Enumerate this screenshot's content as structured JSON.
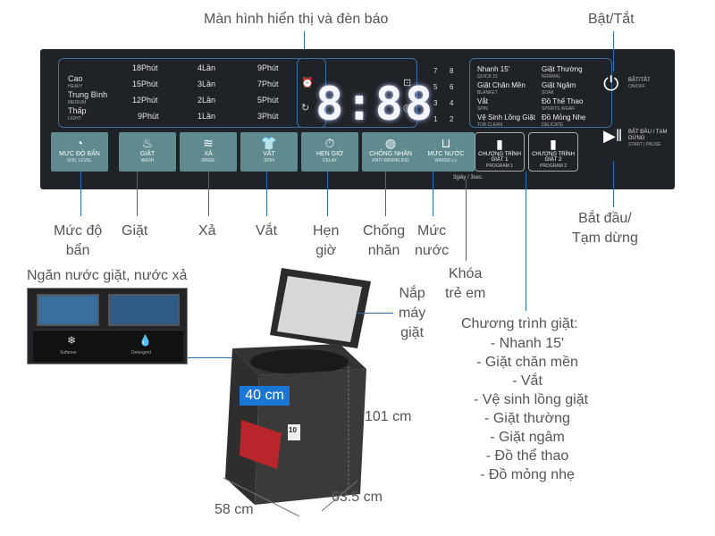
{
  "panel": {
    "display_label": "Màn hình hiển thị và đèn báo",
    "power_label": "Bật/Tắt",
    "seg_display": "8:88",
    "levels": [
      {
        "main": "Cao",
        "sub": "HEAVY"
      },
      {
        "main": "Trung Bình",
        "sub": "MEDIUM"
      },
      {
        "main": "Thấp",
        "sub": "LIGHT"
      }
    ],
    "wash_times": [
      "18Phút",
      "15Phút",
      "12Phút",
      "9Phút"
    ],
    "rinse_times": [
      "4Lần",
      "3Lần",
      "2Lần",
      "1Lần"
    ],
    "spin_times": [
      "9Phút",
      "7Phút",
      "5Phút",
      "3Phút"
    ],
    "water_levels": [
      "7",
      "8",
      "5",
      "6",
      "3",
      "4",
      "1",
      "2"
    ],
    "programs_left": [
      {
        "main": "Nhanh 15'",
        "sub": "QUICK 15"
      },
      {
        "main": "Giặt Chăn Mền",
        "sub": "BLANKET"
      },
      {
        "main": "Vắt",
        "sub": "SPIN"
      },
      {
        "main": "Vệ Sinh Lồng Giặt",
        "sub": "TUB CLEAN"
      }
    ],
    "programs_right": [
      {
        "main": "Giặt Thường",
        "sub": "NORMAL"
      },
      {
        "main": "Giặt Ngâm",
        "sub": "SOAK"
      },
      {
        "main": "Đồ Thể Thao",
        "sub": "SPORTS WEAR"
      },
      {
        "main": "Đồ Mỏng Nhẹ",
        "sub": "DELICATE"
      }
    ],
    "buttons": [
      {
        "main": "MỨC ĐỘ BẨN",
        "sub": "SOIL LEVEL"
      },
      {
        "main": "GIẶT",
        "sub": "WASH"
      },
      {
        "main": "XẢ",
        "sub": "RINSE"
      },
      {
        "main": "VẮT",
        "sub": "SPIN"
      },
      {
        "main": "HẸN GIỜ",
        "sub": "DELAY"
      },
      {
        "main": "CHỐNG NHĂN",
        "sub": "ANTI-WRINKLING"
      },
      {
        "main": "MỨC NƯỚC",
        "sub": "WATER Lv."
      }
    ],
    "program_buttons": [
      {
        "main": "CHƯƠNG TRÌNH GIẶT 1",
        "sub": "PROGRAM 1"
      },
      {
        "main": "CHƯƠNG TRÌNH GIẶT 2",
        "sub": "PROGRAM 2"
      }
    ],
    "lock_hint": "3giây / 3sec.",
    "power_caption": {
      "main": "BẬT/TẮT",
      "sub": "ON/OFF"
    },
    "start_caption": {
      "main": "BẮT ĐẦU / TẠM DỪNG",
      "sub": "START | PAUSE"
    }
  },
  "callouts": {
    "soil": "Mức độ\nbẩn",
    "wash": "Giặt",
    "rinse": "Xả",
    "spin": "Vắt",
    "delay": "Hẹn\ngiờ",
    "anti_wrinkle": "Chống\nnhăn",
    "water": "Mức\nnước",
    "child_lock": "Khóa\ntrẻ em",
    "start_pause": "Bắt đầu/\nTạm dừng",
    "drawer": "Ngăn nước giặt, nước xả",
    "lid": "Nắp\nmáy\ngiặt"
  },
  "programs_list": {
    "title": "Chương trình giặt:",
    "items": [
      "- Nhanh 15'",
      "- Giặt chăn mền",
      "- Vắt",
      "- Vệ sinh lồng giặt",
      "- Giặt thường",
      "- Giặt ngâm",
      "- Đồ thể thao",
      "- Đồ mỏng nhẹ"
    ]
  },
  "drawer_labels": {
    "left": "Softener",
    "right": "Detergent"
  },
  "dimensions": {
    "opening": "40 cm",
    "height": "101 cm",
    "width": "58 cm",
    "depth": "63.5 cm"
  },
  "energy_badge": "10"
}
